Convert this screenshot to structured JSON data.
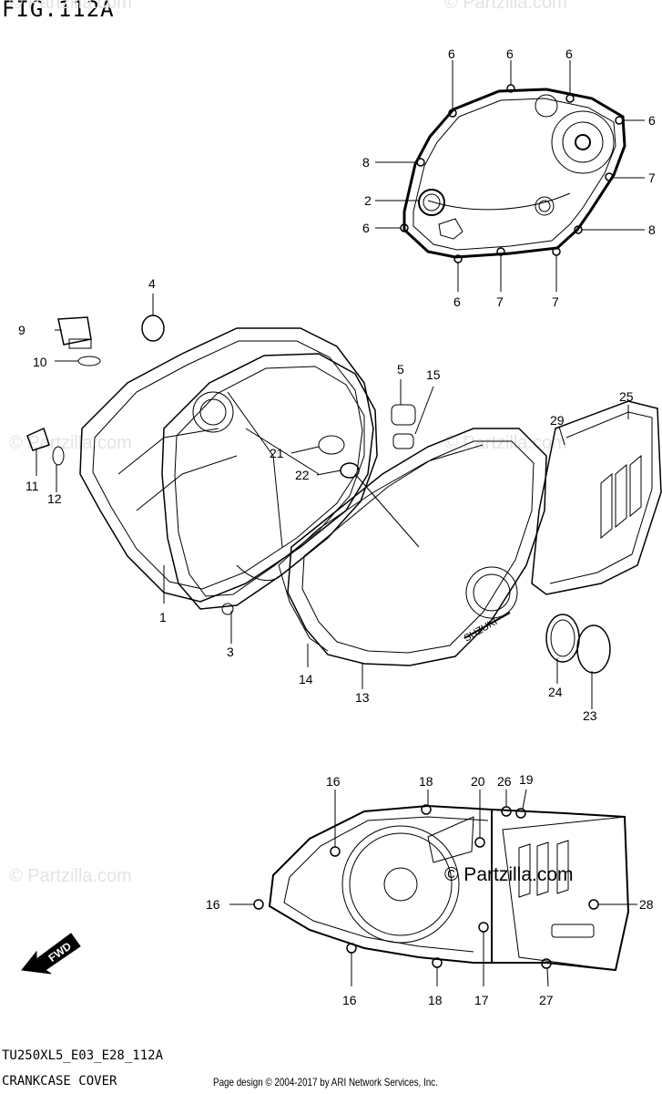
{
  "figure": {
    "title": "FIG.112A",
    "code": "TU250XL5_E03_E28_112A",
    "subtitle": "CRANKCASE COVER",
    "credit": "Page design © 2004-2017 by ARI Network Services, Inc.",
    "watermark": "© Partzilla.com",
    "fwd_label": "FWD"
  },
  "callouts": {
    "c1": "1",
    "c2": "2",
    "c3": "3",
    "c4": "4",
    "c5": "5",
    "c6a": "6",
    "c6b": "6",
    "c6c": "6",
    "c6d": "6",
    "c6e": "6",
    "c6f": "6",
    "c7a": "7",
    "c7b": "7",
    "c7c": "7",
    "c8a": "8",
    "c8b": "8",
    "c9": "9",
    "c10": "10",
    "c11": "11",
    "c12": "12",
    "c13": "13",
    "c14": "14",
    "c15": "15",
    "c16a": "16",
    "c16b": "16",
    "c16c": "16",
    "c17": "17",
    "c18a": "18",
    "c18b": "18",
    "c19": "19",
    "c20": "20",
    "c21": "21",
    "c22": "22",
    "c23": "23",
    "c24": "24",
    "c25": "25",
    "c26": "26",
    "c27": "27",
    "c28": "28",
    "c29": "29"
  }
}
